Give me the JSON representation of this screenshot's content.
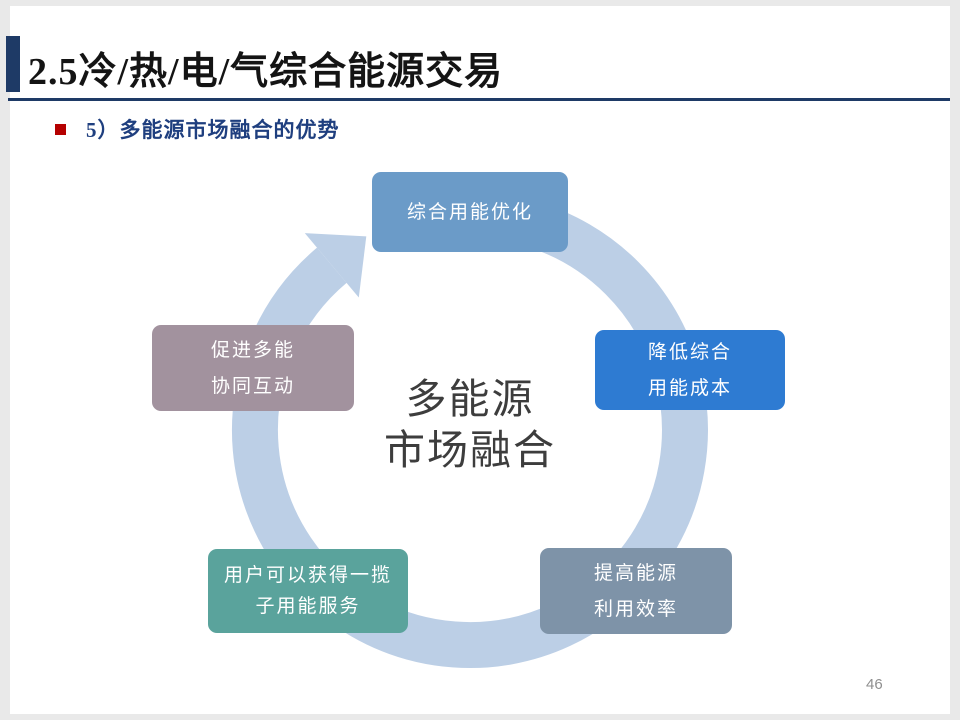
{
  "slide": {
    "title": "2.5冷/热/电/气综合能源交易",
    "bullet_label": "5）多能源市场融合的优势",
    "page_number": "46",
    "accent_color": "#1e3a66",
    "bullet_text_color": "#1f3f7f",
    "bullet_marker_color": "#b50000"
  },
  "diagram": {
    "ring_color": "#bccfe6",
    "center": {
      "line1": "多能源",
      "line2": "市场融合"
    },
    "nodes": [
      {
        "id": "top",
        "lines": [
          "综合用能优化",
          ""
        ],
        "color": "#6b9bc8"
      },
      {
        "id": "right",
        "lines": [
          "降低综合",
          "用能成本"
        ],
        "color": "#2e7bd2"
      },
      {
        "id": "bottom-right",
        "lines": [
          "提高能源",
          "利用效率"
        ],
        "color": "#7e93a8"
      },
      {
        "id": "bottom-left",
        "lines": [
          "用户可以获得一揽",
          "子用能服务"
        ],
        "color": "#5aa39c"
      },
      {
        "id": "left",
        "lines": [
          "促进多能",
          "协同互动"
        ],
        "color": "#a2929e"
      }
    ]
  }
}
